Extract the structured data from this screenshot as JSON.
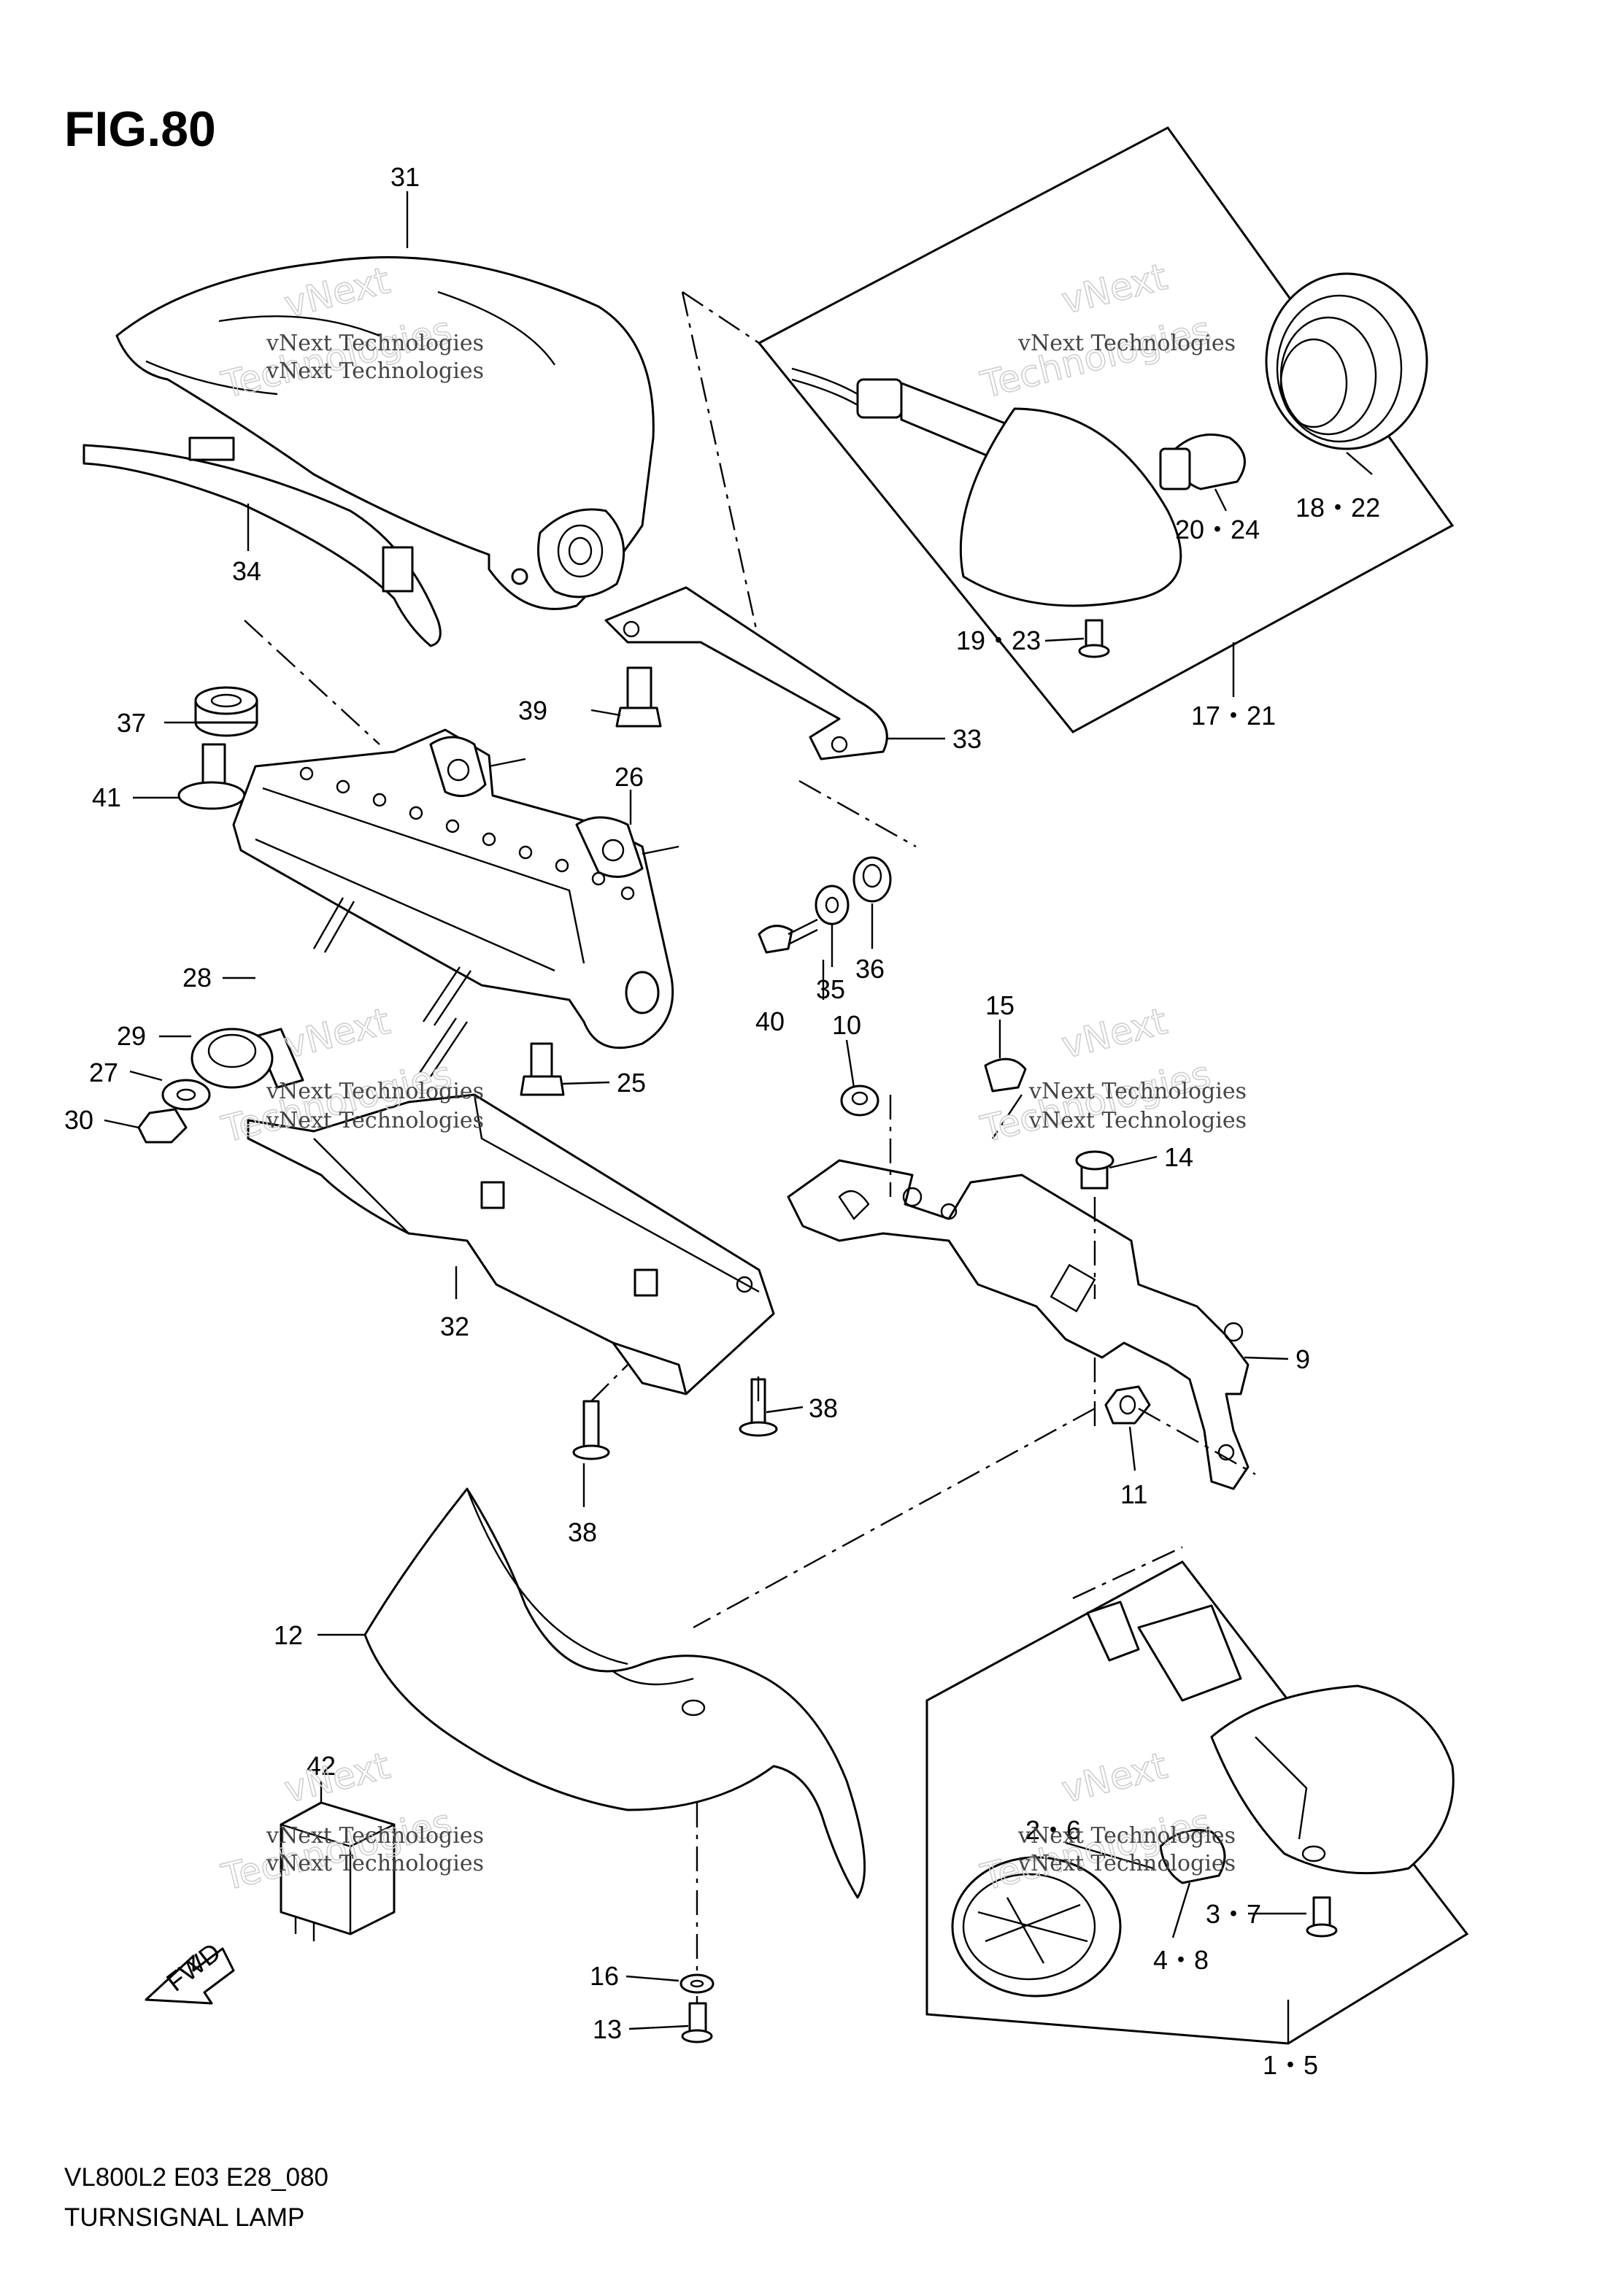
{
  "figure": {
    "title": "FIG.80",
    "model_code": "VL800L2 E03 E28_080",
    "section_name": "TURNSIGNAL LAMP"
  },
  "watermark": {
    "line1": "vNext Technologies",
    "line2": "vNext",
    "line3": "Technologies"
  },
  "fwd_label": "FWD",
  "callouts": {
    "c31": "31",
    "c34": "34",
    "c37": "37",
    "c41": "41",
    "c39": "39",
    "c33": "33",
    "c26": "26",
    "c28": "28",
    "c29": "29",
    "c27": "27",
    "c30": "30",
    "c25": "25",
    "c32": "32",
    "c38a": "38",
    "c38b": "38",
    "c40": "40",
    "c35": "35",
    "c36": "36",
    "c10": "10",
    "c15": "15",
    "c14": "14",
    "c9": "9",
    "c11": "11",
    "c12": "12",
    "c42": "42",
    "c16": "16",
    "c13": "13",
    "c18_22": "18・22",
    "c20_24": "20・24",
    "c19_23": "19・23",
    "c17_21": "17・21",
    "c2_6": "2・6",
    "c3_7": "3・7",
    "c4_8": "4・8",
    "c1_5": "1・5"
  }
}
